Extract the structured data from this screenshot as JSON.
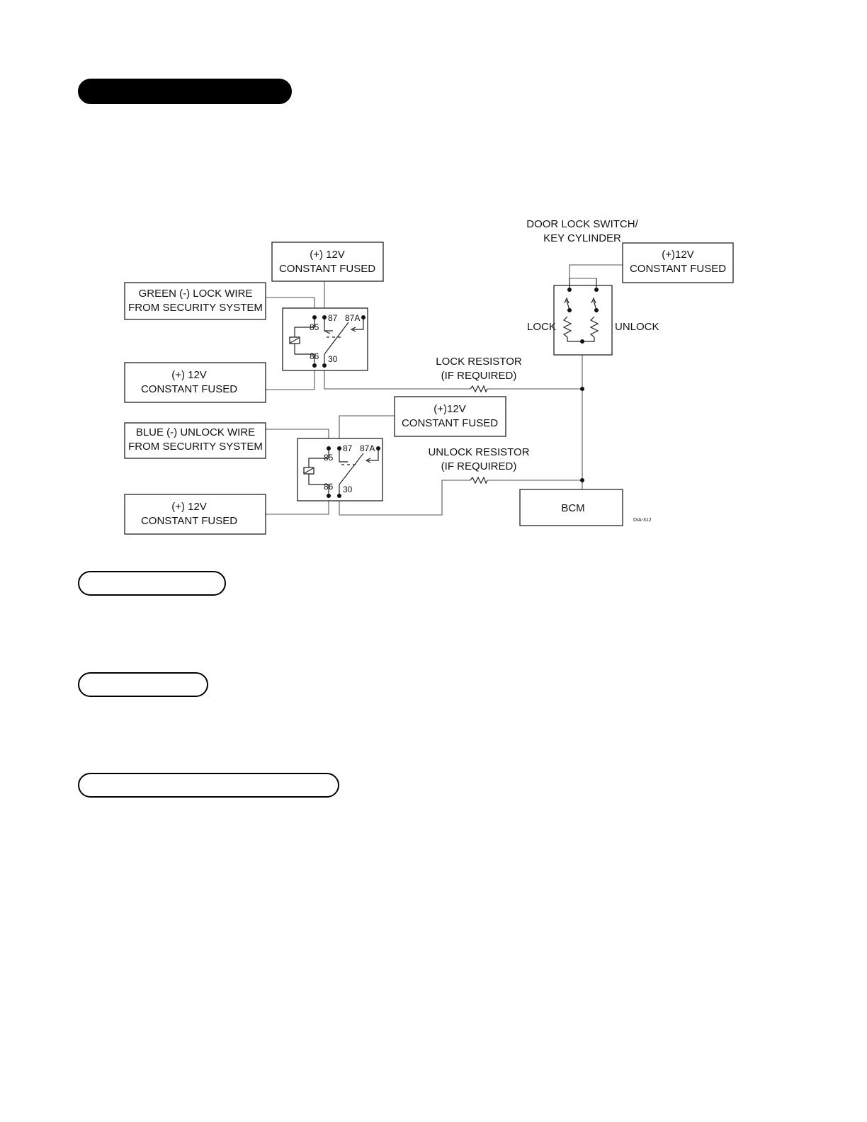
{
  "labels": {
    "green_lock_wire": [
      "GREEN (-) LOCK WIRE",
      "FROM SECURITY SYSTEM"
    ],
    "blue_unlock_wire": [
      "BLUE (-) UNLOCK WIRE",
      "FROM SECURITY SYSTEM"
    ],
    "fused_top": [
      "(+) 12V",
      "CONSTANT FUSED"
    ],
    "fused_left_upper": [
      "(+) 12V",
      "CONSTANT FUSED"
    ],
    "fused_middle": [
      "(+)12V",
      "CONSTANT FUSED"
    ],
    "fused_left_lower": [
      "(+) 12V",
      "CONSTANT FUSED"
    ],
    "fused_right": [
      "(+)12V",
      "CONSTANT FUSED"
    ],
    "door_lock_switch": [
      "DOOR LOCK SWITCH/",
      "KEY CYLINDER"
    ],
    "lock": "LOCK",
    "unlock": "UNLOCK",
    "lock_resistor": [
      "LOCK RESISTOR",
      "(IF REQUIRED)"
    ],
    "unlock_resistor": [
      "UNLOCK RESISTOR",
      "(IF REQUIRED)"
    ],
    "bcm": "BCM",
    "diagram_code": "DIA-312"
  },
  "relay_pins": {
    "p85": "85",
    "p86": "86",
    "p87": "87",
    "p87a": "87A",
    "p30": "30"
  }
}
